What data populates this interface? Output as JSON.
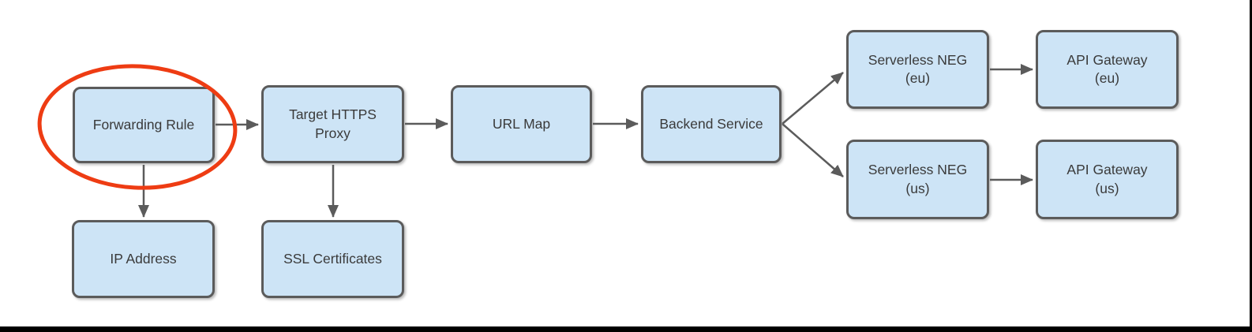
{
  "diagram": {
    "type": "flowchart",
    "nodes": {
      "forwarding_rule": {
        "label": "Forwarding Rule"
      },
      "target_https_proxy": {
        "label": "Target HTTPS\nProxy"
      },
      "url_map": {
        "label": "URL Map"
      },
      "backend_service": {
        "label": "Backend Service"
      },
      "serverless_neg_eu": {
        "label": "Serverless NEG\n(eu)"
      },
      "api_gateway_eu": {
        "label": "API Gateway\n(eu)"
      },
      "serverless_neg_us": {
        "label": "Serverless NEG\n(us)"
      },
      "api_gateway_us": {
        "label": "API Gateway\n(us)"
      },
      "ip_address": {
        "label": "IP Address"
      },
      "ssl_certificates": {
        "label": "SSL Certificates"
      }
    },
    "edges": [
      {
        "from": "Forwarding Rule",
        "to": "Target HTTPS Proxy",
        "direction": "right"
      },
      {
        "from": "Forwarding Rule",
        "to": "IP Address",
        "direction": "down"
      },
      {
        "from": "Target HTTPS Proxy",
        "to": "URL Map",
        "direction": "right"
      },
      {
        "from": "Target HTTPS Proxy",
        "to": "SSL Certificates",
        "direction": "down"
      },
      {
        "from": "URL Map",
        "to": "Backend Service",
        "direction": "right"
      },
      {
        "from": "Backend Service",
        "to": "Serverless NEG (eu)",
        "direction": "diagonal-up-right"
      },
      {
        "from": "Backend Service",
        "to": "Serverless NEG (us)",
        "direction": "diagonal-down-right"
      },
      {
        "from": "Serverless NEG (eu)",
        "to": "API Gateway (eu)",
        "direction": "right"
      },
      {
        "from": "Serverless NEG (us)",
        "to": "API Gateway (us)",
        "direction": "right"
      }
    ],
    "annotations": [
      {
        "type": "ellipse-highlight",
        "target": "Forwarding Rule"
      }
    ],
    "colors": {
      "node_fill": "#cde4f6",
      "node_border": "#5b5b5b",
      "arrow": "#5b5b5b",
      "text": "#3a3a3a",
      "highlight_ellipse": "#ee3c13",
      "frame": "#000000",
      "background": "#ffffff"
    }
  }
}
